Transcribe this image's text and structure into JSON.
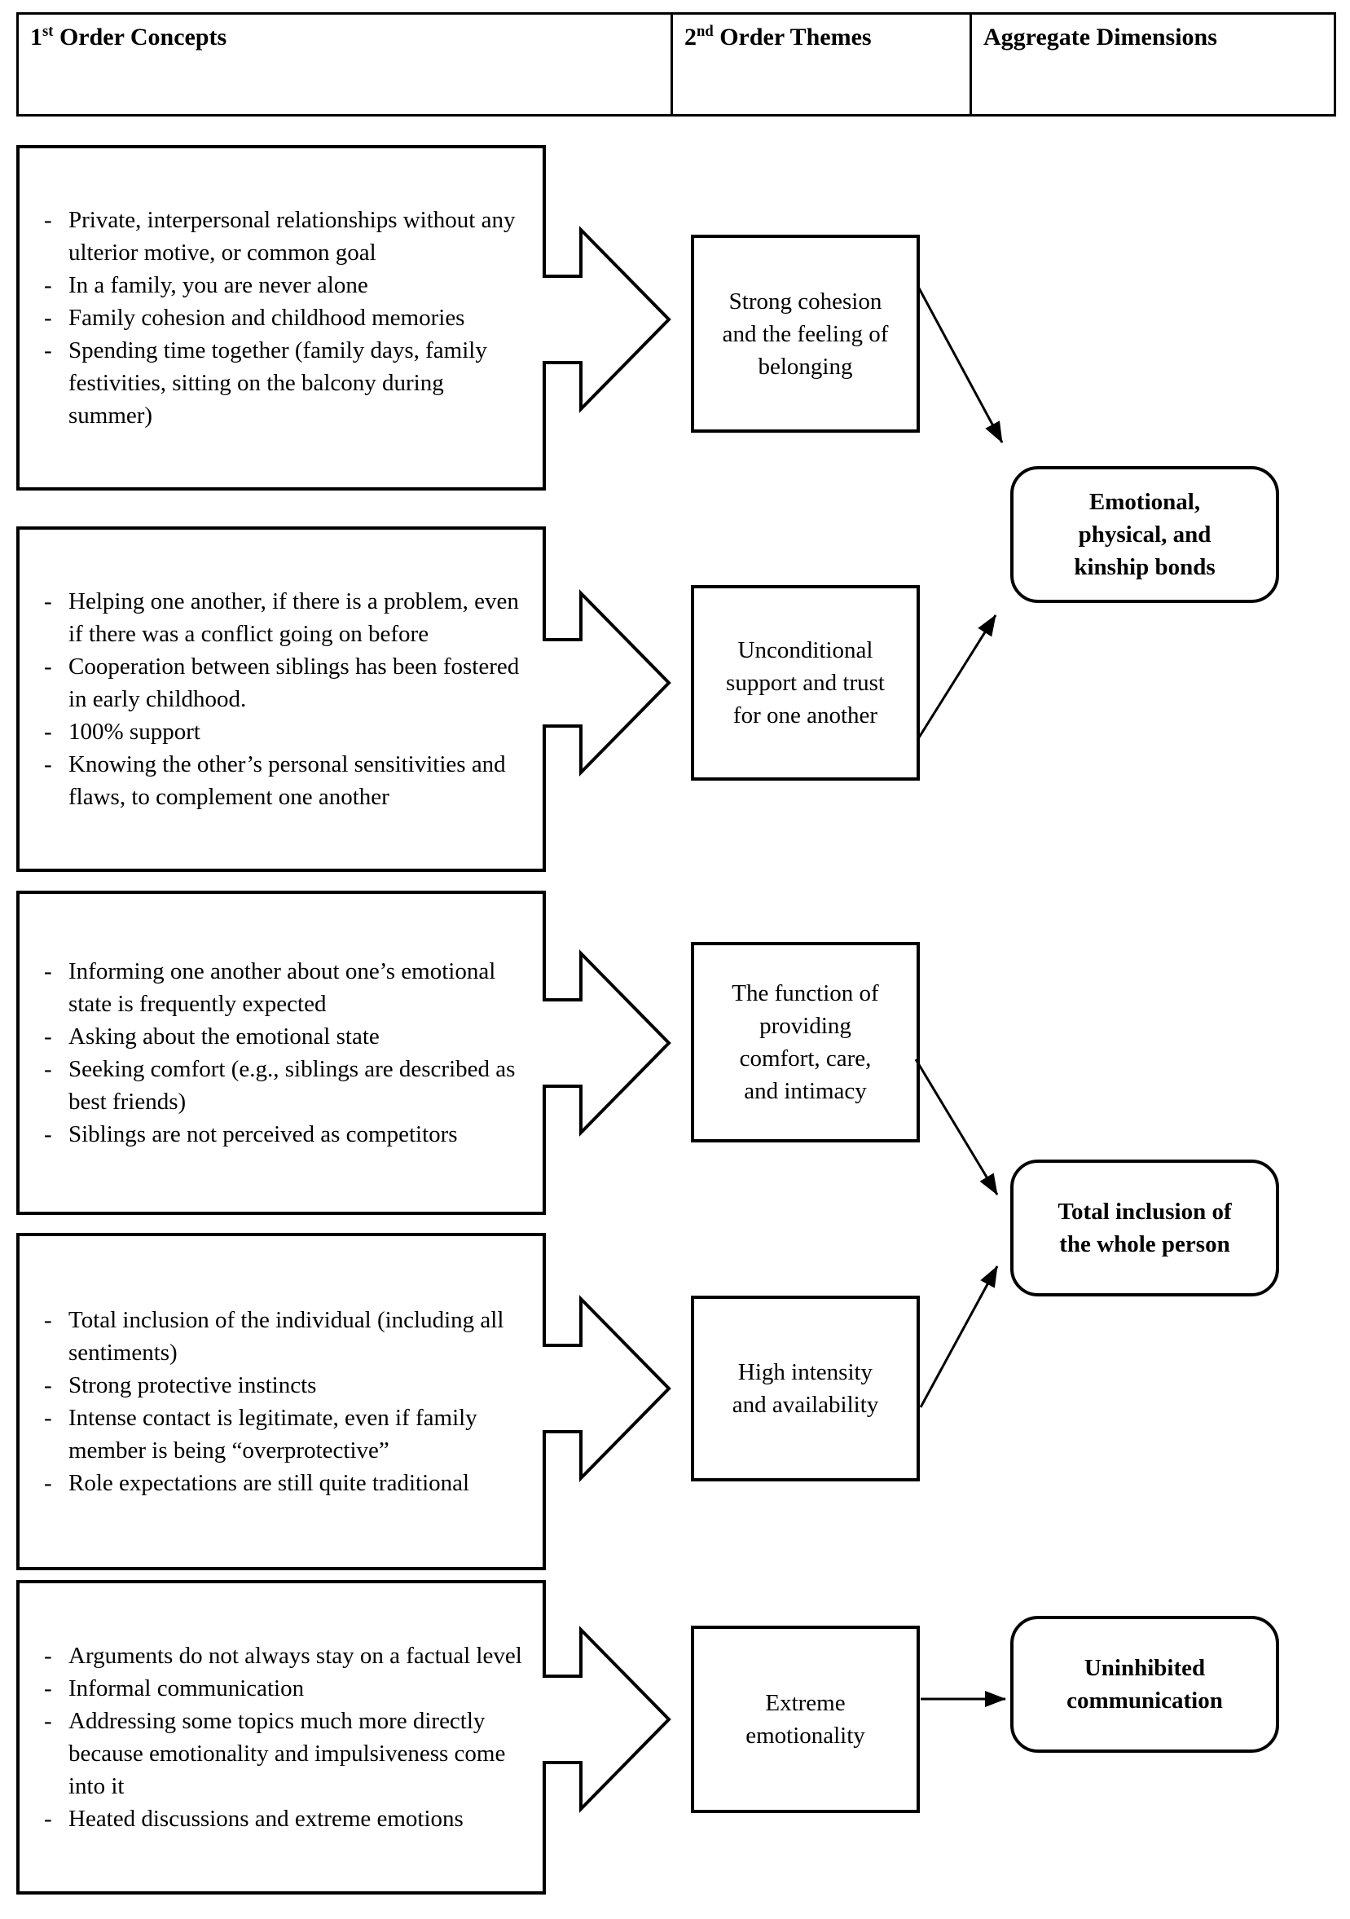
{
  "bullet": "-",
  "header": {
    "col1": {
      "num": "1",
      "ord": "st",
      "rest": " Order Concepts"
    },
    "col2": {
      "num": "2",
      "ord": "nd",
      "rest": " Order Themes"
    },
    "col3": {
      "label": "Aggregate Dimensions"
    }
  },
  "concepts": [
    {
      "items": [
        "Private, interpersonal relationships without any ulterior motive, or common goal",
        "In a family, you are never alone",
        "Family cohesion and childhood memories",
        "Spending time together (family days, family festivities, sitting on the balcony during summer)"
      ]
    },
    {
      "items": [
        "Helping one another, if there is a problem, even if there was a conflict going on before",
        "Cooperation between siblings has been fostered in early childhood.",
        "100% support",
        "Knowing the other’s personal sensitivities and flaws, to complement one another"
      ]
    },
    {
      "items": [
        "Informing one another about one’s emotional state is frequently expected",
        "Asking about the emotional state",
        "Seeking comfort (e.g., siblings are described as best friends)",
        "Siblings are not perceived as competitors"
      ]
    },
    {
      "items": [
        "Total inclusion of the individual (including all sentiments)",
        "Strong protective instincts",
        "Intense contact is legitimate, even if family member is being “overprotective”",
        "Role expectations are still quite traditional"
      ]
    },
    {
      "items": [
        "Arguments do not always stay on a factual level",
        "Informal communication",
        "Addressing some topics much more directly because emotionality and impulsiveness come into it",
        "Heated discussions and extreme emotions"
      ]
    }
  ],
  "themes": [
    "Strong cohesion and the feeling of belonging",
    "Unconditional support and trust for one another",
    "The function of providing comfort, care, and intimacy",
    "High intensity and availability",
    "Extreme emotionality"
  ],
  "aggregates": [
    "Emotional, physical, and kinship bonds",
    "Total inclusion of the whole person",
    "Uninhibited communication"
  ]
}
